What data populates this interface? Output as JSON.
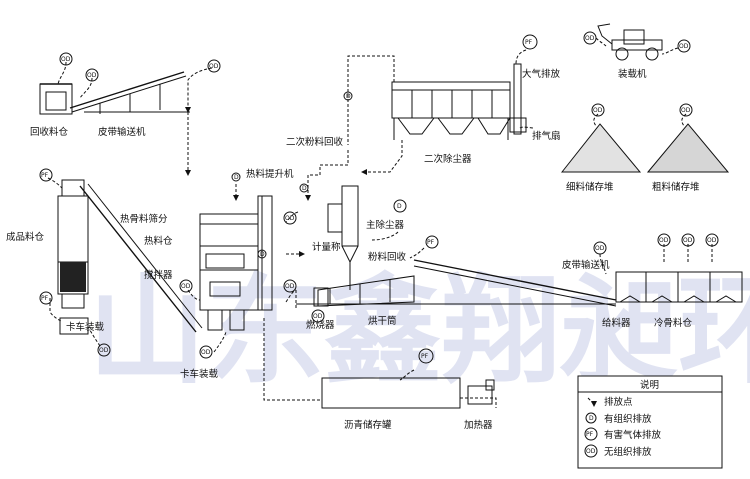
{
  "watermark": "山东鑫翔昶环保",
  "labels": {
    "recycle_bin": "回收料仓",
    "belt_top": "皮带输送机",
    "secondary_powder": "二次粉料回收",
    "atmosphere": "大气排放",
    "exhaust_fan": "排气扇",
    "secondary_dust": "二次除尘器",
    "loader": "装载机",
    "fine_pile": "细料储存堆",
    "coarse_pile": "粗料储存堆",
    "hot_elevator": "热料提升机",
    "hot_screen": "热骨料筛分",
    "hot_bin": "热料仓",
    "product_bin": "成品料仓",
    "scale": "计量称",
    "mixer": "搅拌器",
    "main_dust": "主除尘器",
    "powder_return": "粉料回收",
    "belt_right": "皮带输送机",
    "burner": "燃烧器",
    "dryer": "烘干筒",
    "feeder": "给料器",
    "cold_bin": "冷骨料仓",
    "truck_left": "卡车装载",
    "truck_bottom": "卡车装载",
    "asphalt_tank": "沥青储存罐",
    "heater": "加热器"
  },
  "legend": {
    "title": "说明",
    "items": [
      {
        "mark": "arrow",
        "label": "排放点"
      },
      {
        "mark": "D",
        "label": "有组织排放"
      },
      {
        "mark": "PF",
        "label": "有害气体排放"
      },
      {
        "mark": "OD",
        "label": "无组织排放"
      }
    ]
  }
}
